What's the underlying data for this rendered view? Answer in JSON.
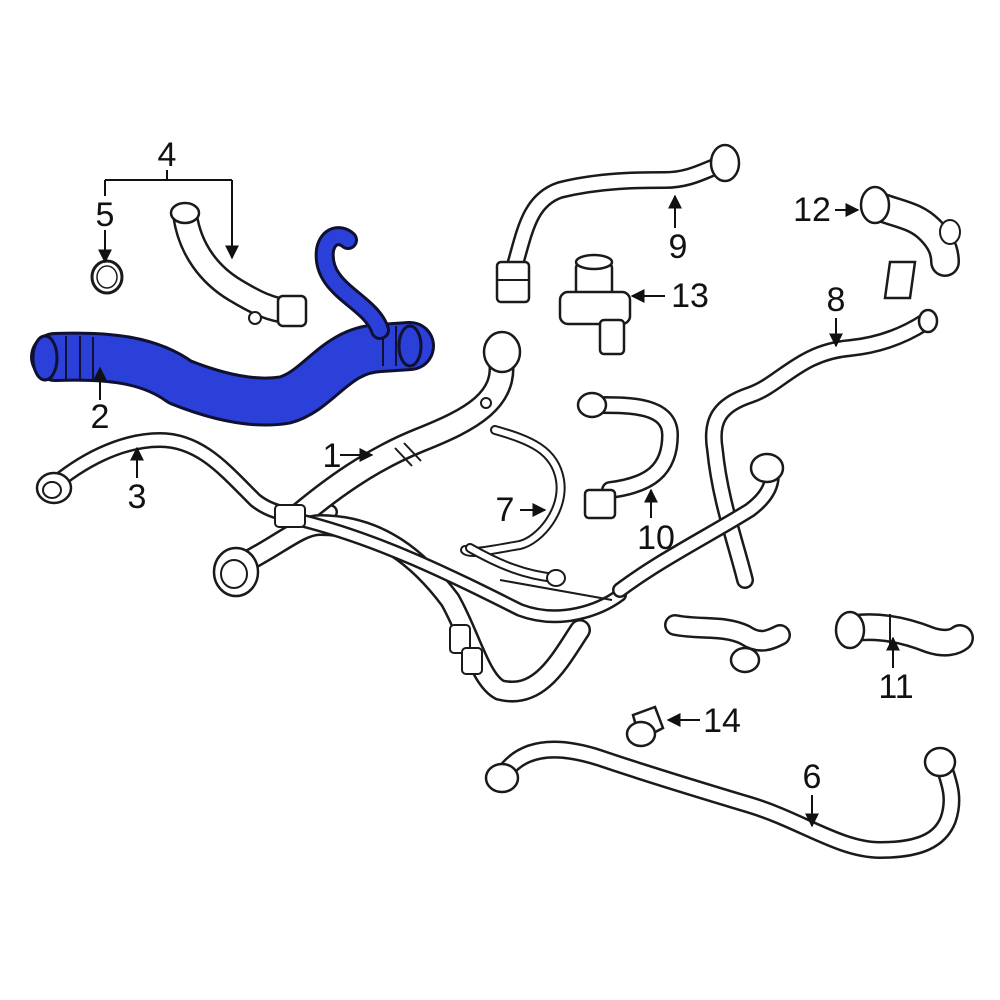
{
  "colors": {
    "highlight": "#2b3fd9",
    "line": "#1a1a1a",
    "background": "#ffffff"
  },
  "callouts": {
    "c1": "1",
    "c2": "2",
    "c3": "3",
    "c4": "4",
    "c5": "5",
    "c6": "6",
    "c7": "7",
    "c8": "8",
    "c9": "9",
    "c10": "10",
    "c11": "11",
    "c12": "12",
    "c13": "13",
    "c14": "14"
  }
}
